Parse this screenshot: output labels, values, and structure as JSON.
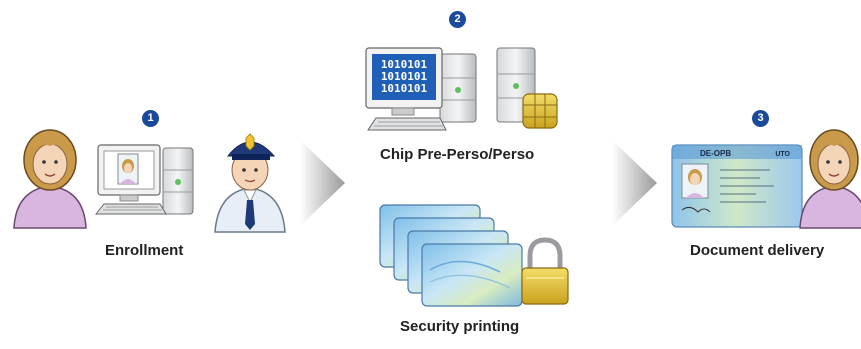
{
  "steps": {
    "step1": {
      "number": "1",
      "label": "Enrollment"
    },
    "step2": {
      "number": "2",
      "label": "Chip Pre-Perso/Perso"
    },
    "step3": {
      "number": "3",
      "label": "Document delivery"
    },
    "printing": {
      "label": "Security printing"
    }
  },
  "chip_screen_text": [
    "1010101",
    "1010101",
    "1010101"
  ],
  "card_text": {
    "header": "DE-OPB",
    "code": "UTO"
  },
  "colors": {
    "badge": "#1a4a9c",
    "shirt": "#d8b6e0",
    "hair": "#c89a4a",
    "officer_uniform": "#e8eef5",
    "officer_cap": "#1e3a78",
    "chip_gold": "#e6c24e",
    "lock_gold": "#e0c23a",
    "card_blue": "#9fd0ef",
    "screen_blue": "#1f5fb8"
  }
}
